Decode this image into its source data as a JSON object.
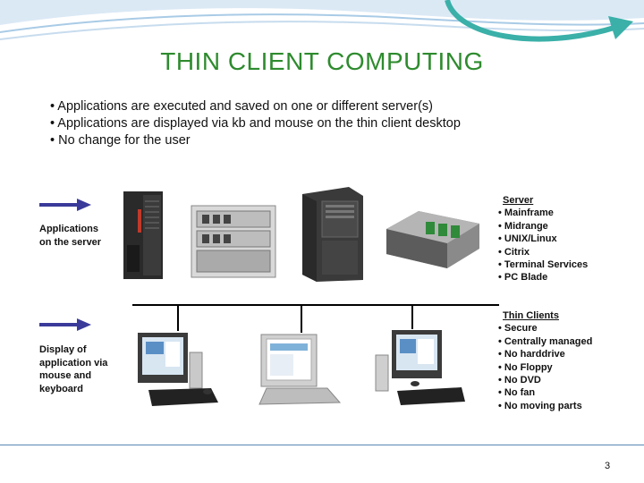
{
  "title": "THIN CLIENT COMPUTING",
  "bullets": [
    "• Applications are executed and saved on one or different server(s)",
    "• Applications are displayed via kb and mouse on the thin client desktop",
    "• No change for the user"
  ],
  "left_labels": {
    "servers": [
      "Applications",
      "on the server"
    ],
    "clients": [
      "Display of",
      "application via",
      "mouse and",
      "keyboard"
    ]
  },
  "server_list": {
    "heading": "Server",
    "items": [
      "• Mainframe",
      "• Midrange",
      "• UNIX/Linux",
      "• Citrix",
      "• Terminal Services",
      "• PC Blade"
    ]
  },
  "client_list": {
    "heading": "Thin Clients",
    "items": [
      "• Secure",
      "• Centrally managed",
      "• No harddrive",
      "• No Floppy",
      "• No DVD",
      "• No fan",
      "• No moving parts"
    ]
  },
  "page_number": "3",
  "colors": {
    "title": "#2e8b2e",
    "arrow": "#3a3a9a",
    "header_wave": "#a9cbe6",
    "header_arrow": "#3ab0a8"
  }
}
